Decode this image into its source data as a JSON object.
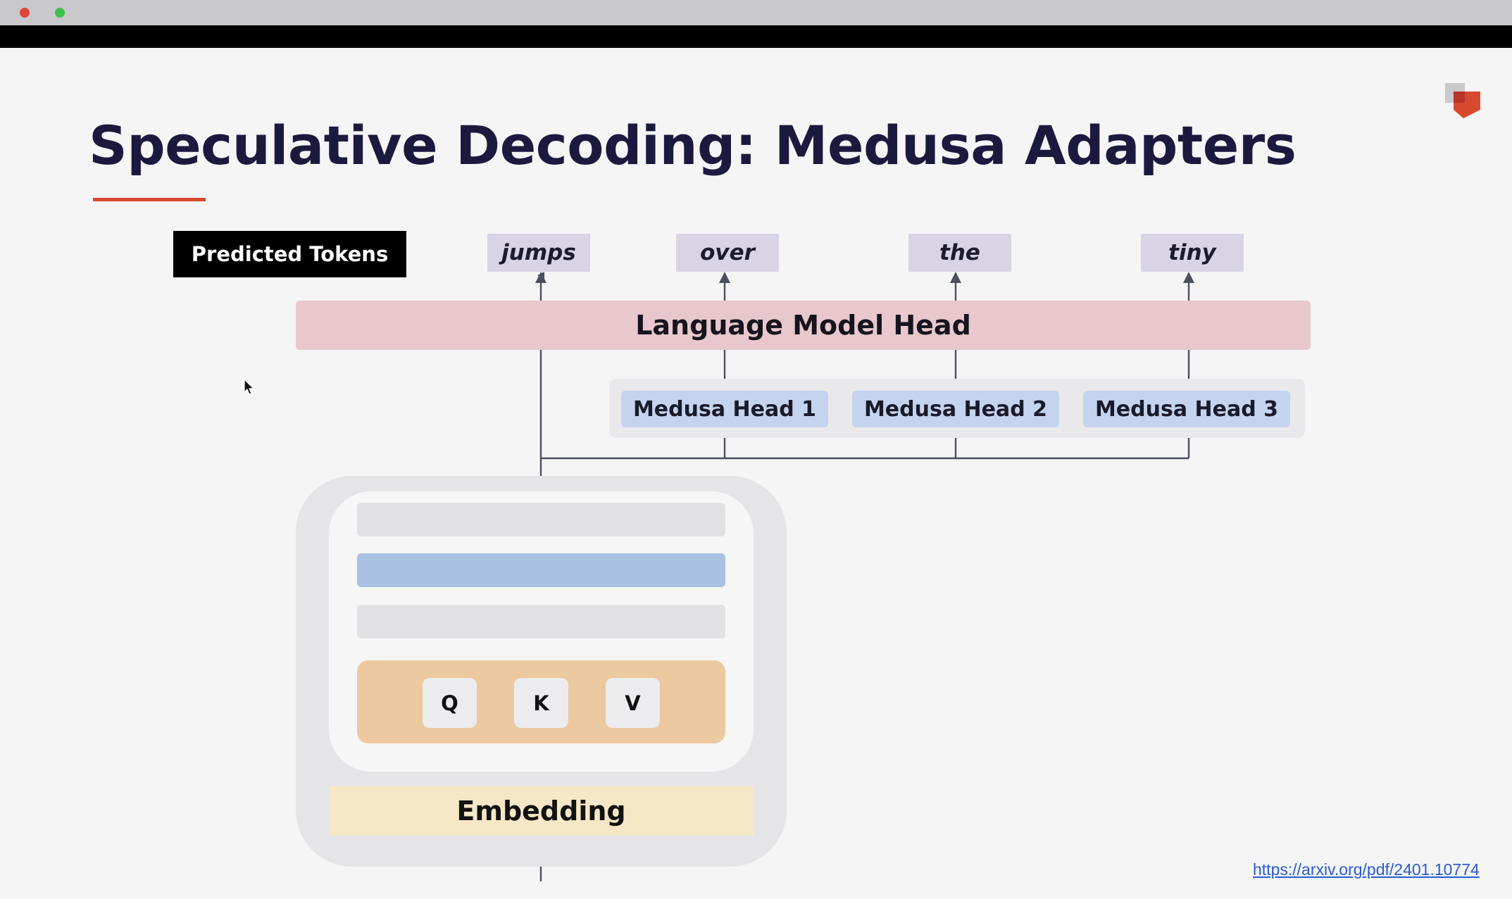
{
  "slide": {
    "title": "Speculative Decoding: Medusa Adapters",
    "link_text": "https://arxiv.org/pdf/2401.10774"
  },
  "predicted_label": "Predicted Tokens",
  "tokens": [
    "jumps",
    "over",
    "the",
    "tiny"
  ],
  "lm_head": "Language Model  Head",
  "medusa_heads": [
    "Medusa Head 1",
    "Medusa Head 2",
    "Medusa Head 3"
  ],
  "qkv": [
    "Q",
    "K",
    "V"
  ],
  "embedding": "Embedding",
  "colors": {
    "title": "#1b1a3e",
    "accent_underline": "#d9472f",
    "lm_head": "#e8c8cc",
    "medusa_head": "#c4d4ee",
    "token": "#d8d4e6",
    "attention": "#edc99f",
    "embedding": "#f6e8c6",
    "highlight_layer": "#a9c1e2"
  }
}
